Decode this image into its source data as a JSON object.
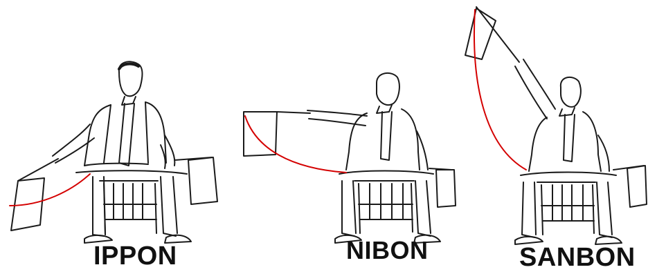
{
  "labels": {
    "ippon": "IPPON",
    "nibon": "NIBON",
    "sanbon": "SANBON"
  },
  "colors": {
    "ink": "#1a1a1a",
    "arc": "#d40000",
    "background": "#ffffff"
  }
}
